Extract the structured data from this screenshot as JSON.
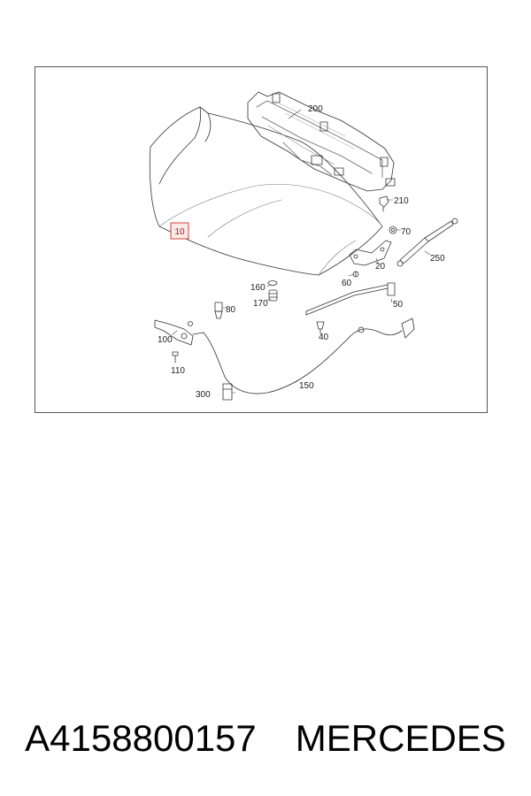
{
  "diagram": {
    "part_labels": {
      "p10": "10",
      "p200": "200",
      "p210": "210",
      "p70": "70",
      "p250": "250",
      "p20": "20",
      "p60": "60",
      "p160": "160",
      "p170": "170",
      "p80": "80",
      "p50": "50",
      "p40": "40",
      "p100": "100",
      "p110": "110",
      "p150": "150",
      "p300": "300"
    },
    "highlighted_part": "10",
    "highlight_color": "#d04040"
  },
  "caption": {
    "part_number": "A4158800157",
    "brand": "MERCEDES"
  }
}
